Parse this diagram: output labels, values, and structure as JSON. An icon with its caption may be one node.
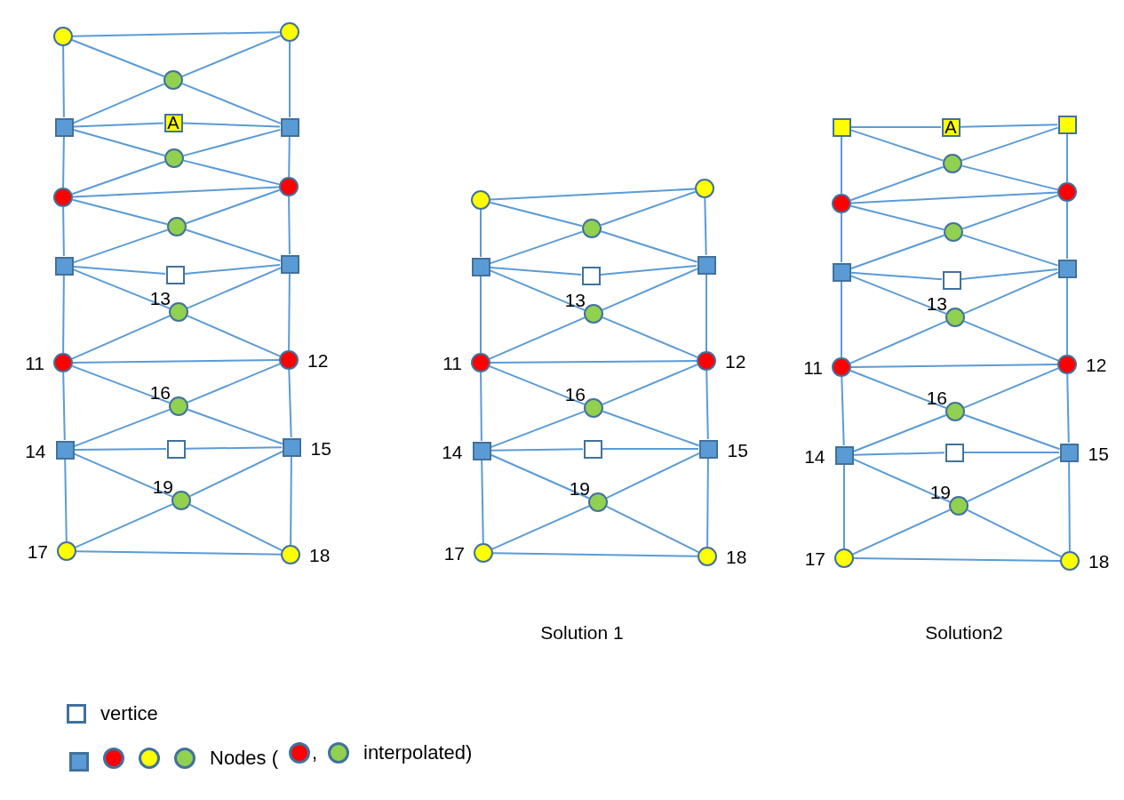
{
  "diagram": {
    "nodes": [
      {
        "text": [],
        "shape": "circle"
      },
      {
        "text": [],
        "shape": "circle"
      },
      {
        "text": [],
        "shape": "circle"
      },
      {
        "text": [],
        "shape": "box"
      },
      {
        "text": [
          "A"
        ]
      },
      {
        "text": [],
        "shape": "box"
      },
      {
        "text": [],
        "shape": "circle"
      },
      {
        "text": [],
        "shape": "circle"
      },
      {
        "text": [],
        "shape": "circle"
      },
      {
        "text": [],
        "shape": "circle"
      },
      {
        "text": [],
        "shape": "box"
      },
      {
        "text": [],
        "shape": "box"
      },
      {
        "text": [],
        "shape": "box"
      },
      {
        "text": [],
        "shape": "circle",
        "beside": [
          "13"
        ]
      },
      {
        "text": [],
        "shape": "circle",
        "beside": [
          "11"
        ]
      },
      {
        "text": [],
        "shape": "circle",
        "beside": [
          "12"
        ]
      },
      {
        "text": [],
        "shape": "circle",
        "beside": [
          "16"
        ]
      },
      {
        "text": [],
        "shape": "box",
        "beside": [
          "14"
        ]
      },
      {
        "text": [],
        "shape": "box"
      },
      {
        "text": [],
        "shape": "box",
        "beside": [
          "15"
        ]
      },
      {
        "text": [],
        "shape": "circle",
        "beside": [
          "19"
        ]
      },
      {
        "text": [],
        "shape": "circle",
        "beside": [
          "17"
        ]
      },
      {
        "text": [],
        "shape": "circle",
        "beside": [
          "18"
        ]
      },
      {
        "text": [],
        "shape": "circle"
      },
      {
        "text": [],
        "shape": "circle"
      },
      {
        "text": [],
        "shape": "circle"
      },
      {
        "text": [],
        "shape": "box"
      },
      {
        "text": [],
        "shape": "box"
      },
      {
        "text": [],
        "shape": "box"
      },
      {
        "text": [],
        "shape": "circle",
        "beside": [
          "13"
        ]
      },
      {
        "text": [],
        "shape": "circle",
        "beside": [
          "11"
        ]
      },
      {
        "text": [],
        "shape": "circle",
        "beside": [
          "12"
        ]
      },
      {
        "text": [],
        "shape": "circle",
        "beside": [
          "16"
        ]
      },
      {
        "text": [],
        "shape": "box",
        "beside": [
          "14"
        ]
      },
      {
        "text": [],
        "shape": "box"
      },
      {
        "text": [],
        "shape": "box",
        "beside": [
          "15"
        ]
      },
      {
        "text": [],
        "shape": "circle",
        "beside": [
          "19"
        ]
      },
      {
        "text": [],
        "shape": "circle",
        "beside": [
          "17"
        ]
      },
      {
        "text": [],
        "shape": "circle",
        "beside": [
          "18"
        ]
      },
      {
        "text": [],
        "shape": "box"
      },
      {
        "text": [
          "A"
        ]
      },
      {
        "text": [],
        "shape": "box"
      },
      {
        "text": [],
        "shape": "circle"
      },
      {
        "text": [],
        "shape": "circle"
      },
      {
        "text": [],
        "shape": "circle"
      },
      {
        "text": [],
        "shape": "circle"
      },
      {
        "text": [],
        "shape": "box"
      },
      {
        "text": [],
        "shape": "box"
      },
      {
        "text": [],
        "shape": "box"
      },
      {
        "text": [],
        "shape": "circle",
        "beside": [
          "13"
        ]
      },
      {
        "text": [],
        "shape": "circle",
        "beside": [
          "11"
        ]
      },
      {
        "text": [],
        "shape": "circle",
        "beside": [
          "12"
        ]
      },
      {
        "text": [],
        "shape": "circle",
        "beside": [
          "16"
        ]
      },
      {
        "text": [],
        "shape": "box",
        "beside": [
          "14"
        ]
      },
      {
        "text": [],
        "shape": "box"
      },
      {
        "text": [],
        "shape": "box",
        "beside": [
          "15"
        ]
      },
      {
        "text": [],
        "shape": "circle",
        "beside": [
          "19"
        ]
      },
      {
        "text": [],
        "shape": "circle",
        "beside": [
          "17"
        ]
      },
      {
        "text": [],
        "shape": "circle",
        "beside": [
          "18"
        ]
      }
    ],
    "edges": [
      {
        "from": 0,
        "to": 1,
        "arrow": "none"
      },
      {
        "from": 3,
        "to": 4,
        "arrow": "none"
      },
      {
        "from": 4,
        "to": 5,
        "arrow": "none"
      },
      {
        "from": 7,
        "to": 8,
        "arrow": "none"
      },
      {
        "from": 10,
        "to": 11,
        "arrow": "none"
      },
      {
        "from": 11,
        "to": 12,
        "arrow": "none"
      },
      {
        "from": 14,
        "to": 15,
        "arrow": "none"
      },
      {
        "from": 17,
        "to": 18,
        "arrow": "none"
      },
      {
        "from": 18,
        "to": 19,
        "arrow": "none"
      },
      {
        "from": 21,
        "to": 22,
        "arrow": "none"
      },
      {
        "from": 0,
        "to": 3,
        "arrow": "none"
      },
      {
        "from": 3,
        "to": 7,
        "arrow": "none"
      },
      {
        "from": 7,
        "to": 10,
        "arrow": "none"
      },
      {
        "from": 10,
        "to": 14,
        "arrow": "none"
      },
      {
        "from": 14,
        "to": 17,
        "arrow": "none"
      },
      {
        "from": 17,
        "to": 21,
        "arrow": "none"
      },
      {
        "from": 1,
        "to": 5,
        "arrow": "none"
      },
      {
        "from": 5,
        "to": 8,
        "arrow": "none"
      },
      {
        "from": 8,
        "to": 12,
        "arrow": "none"
      },
      {
        "from": 12,
        "to": 15,
        "arrow": "none"
      },
      {
        "from": 15,
        "to": 19,
        "arrow": "none"
      },
      {
        "from": 19,
        "to": 22,
        "arrow": "none"
      },
      {
        "from": 0,
        "to": 2,
        "arrow": "none"
      },
      {
        "from": 1,
        "to": 2,
        "arrow": "none"
      },
      {
        "from": 2,
        "to": 3,
        "arrow": "none"
      },
      {
        "from": 2,
        "to": 5,
        "arrow": "none"
      },
      {
        "from": 3,
        "to": 6,
        "arrow": "none"
      },
      {
        "from": 5,
        "to": 6,
        "arrow": "none"
      },
      {
        "from": 6,
        "to": 7,
        "arrow": "none"
      },
      {
        "from": 6,
        "to": 8,
        "arrow": "none"
      },
      {
        "from": 7,
        "to": 9,
        "arrow": "none"
      },
      {
        "from": 8,
        "to": 9,
        "arrow": "none"
      },
      {
        "from": 9,
        "to": 10,
        "arrow": "none"
      },
      {
        "from": 9,
        "to": 12,
        "arrow": "none"
      },
      {
        "from": 10,
        "to": 13,
        "arrow": "none"
      },
      {
        "from": 12,
        "to": 13,
        "arrow": "none"
      },
      {
        "from": 13,
        "to": 14,
        "arrow": "none"
      },
      {
        "from": 13,
        "to": 15,
        "arrow": "none"
      },
      {
        "from": 14,
        "to": 16,
        "arrow": "none"
      },
      {
        "from": 15,
        "to": 16,
        "arrow": "none"
      },
      {
        "from": 16,
        "to": 17,
        "arrow": "none"
      },
      {
        "from": 16,
        "to": 19,
        "arrow": "none"
      },
      {
        "from": 17,
        "to": 20,
        "arrow": "none"
      },
      {
        "from": 19,
        "to": 20,
        "arrow": "none"
      },
      {
        "from": 20,
        "to": 21,
        "arrow": "none"
      },
      {
        "from": 20,
        "to": 22,
        "arrow": "none"
      },
      {
        "from": 23,
        "to": 24,
        "arrow": "none"
      },
      {
        "from": 26,
        "to": 27,
        "arrow": "none"
      },
      {
        "from": 27,
        "to": 28,
        "arrow": "none"
      },
      {
        "from": 30,
        "to": 31,
        "arrow": "none"
      },
      {
        "from": 33,
        "to": 34,
        "arrow": "none"
      },
      {
        "from": 34,
        "to": 35,
        "arrow": "none"
      },
      {
        "from": 37,
        "to": 38,
        "arrow": "none"
      },
      {
        "from": 23,
        "to": 26,
        "arrow": "none"
      },
      {
        "from": 26,
        "to": 30,
        "arrow": "none"
      },
      {
        "from": 30,
        "to": 33,
        "arrow": "none"
      },
      {
        "from": 33,
        "to": 37,
        "arrow": "none"
      },
      {
        "from": 24,
        "to": 28,
        "arrow": "none"
      },
      {
        "from": 28,
        "to": 31,
        "arrow": "none"
      },
      {
        "from": 31,
        "to": 35,
        "arrow": "none"
      },
      {
        "from": 35,
        "to": 38,
        "arrow": "none"
      },
      {
        "from": 23,
        "to": 25,
        "arrow": "none"
      },
      {
        "from": 24,
        "to": 25,
        "arrow": "none"
      },
      {
        "from": 25,
        "to": 26,
        "arrow": "none"
      },
      {
        "from": 25,
        "to": 28,
        "arrow": "none"
      },
      {
        "from": 26,
        "to": 29,
        "arrow": "none"
      },
      {
        "from": 28,
        "to": 29,
        "arrow": "none"
      },
      {
        "from": 29,
        "to": 30,
        "arrow": "none"
      },
      {
        "from": 29,
        "to": 31,
        "arrow": "none"
      },
      {
        "from": 30,
        "to": 32,
        "arrow": "none"
      },
      {
        "from": 31,
        "to": 32,
        "arrow": "none"
      },
      {
        "from": 32,
        "to": 33,
        "arrow": "none"
      },
      {
        "from": 32,
        "to": 35,
        "arrow": "none"
      },
      {
        "from": 33,
        "to": 36,
        "arrow": "none"
      },
      {
        "from": 35,
        "to": 36,
        "arrow": "none"
      },
      {
        "from": 36,
        "to": 37,
        "arrow": "none"
      },
      {
        "from": 36,
        "to": 38,
        "arrow": "none"
      },
      {
        "from": 39,
        "to": 40,
        "arrow": "none"
      },
      {
        "from": 40,
        "to": 41,
        "arrow": "none"
      },
      {
        "from": 43,
        "to": 44,
        "arrow": "none"
      },
      {
        "from": 46,
        "to": 47,
        "arrow": "none"
      },
      {
        "from": 47,
        "to": 48,
        "arrow": "none"
      },
      {
        "from": 50,
        "to": 51,
        "arrow": "none"
      },
      {
        "from": 53,
        "to": 54,
        "arrow": "none"
      },
      {
        "from": 54,
        "to": 55,
        "arrow": "none"
      },
      {
        "from": 57,
        "to": 58,
        "arrow": "none"
      },
      {
        "from": 39,
        "to": 43,
        "arrow": "none"
      },
      {
        "from": 43,
        "to": 46,
        "arrow": "none"
      },
      {
        "from": 46,
        "to": 50,
        "arrow": "none"
      },
      {
        "from": 50,
        "to": 53,
        "arrow": "none"
      },
      {
        "from": 53,
        "to": 57,
        "arrow": "none"
      },
      {
        "from": 41,
        "to": 44,
        "arrow": "none"
      },
      {
        "from": 44,
        "to": 48,
        "arrow": "none"
      },
      {
        "from": 48,
        "to": 51,
        "arrow": "none"
      },
      {
        "from": 51,
        "to": 55,
        "arrow": "none"
      },
      {
        "from": 55,
        "to": 58,
        "arrow": "none"
      },
      {
        "from": 39,
        "to": 42,
        "arrow": "none"
      },
      {
        "from": 41,
        "to": 42,
        "arrow": "none"
      },
      {
        "from": 42,
        "to": 43,
        "arrow": "none"
      },
      {
        "from": 42,
        "to": 44,
        "arrow": "none"
      },
      {
        "from": 43,
        "to": 45,
        "arrow": "none"
      },
      {
        "from": 44,
        "to": 45,
        "arrow": "none"
      },
      {
        "from": 45,
        "to": 46,
        "arrow": "none"
      },
      {
        "from": 45,
        "to": 48,
        "arrow": "none"
      },
      {
        "from": 46,
        "to": 49,
        "arrow": "none"
      },
      {
        "from": 48,
        "to": 49,
        "arrow": "none"
      },
      {
        "from": 49,
        "to": 50,
        "arrow": "none"
      },
      {
        "from": 49,
        "to": 51,
        "arrow": "none"
      },
      {
        "from": 50,
        "to": 52,
        "arrow": "none"
      },
      {
        "from": 51,
        "to": 52,
        "arrow": "none"
      },
      {
        "from": 52,
        "to": 53,
        "arrow": "none"
      },
      {
        "from": 52,
        "to": 55,
        "arrow": "none"
      },
      {
        "from": 53,
        "to": 56,
        "arrow": "none"
      },
      {
        "from": 55,
        "to": 56,
        "arrow": "none"
      },
      {
        "from": 56,
        "to": 57,
        "arrow": "none"
      },
      {
        "from": 56,
        "to": 58,
        "arrow": "none"
      }
    ],
    "labels": [
      "Solution 1",
      "Solution2"
    ],
    "legend": [
      {
        "text": "vertice"
      },
      {
        "text": "Nodes ("
      },
      {
        "text": ","
      },
      {
        "text": "interpolated)"
      }
    ]
  }
}
